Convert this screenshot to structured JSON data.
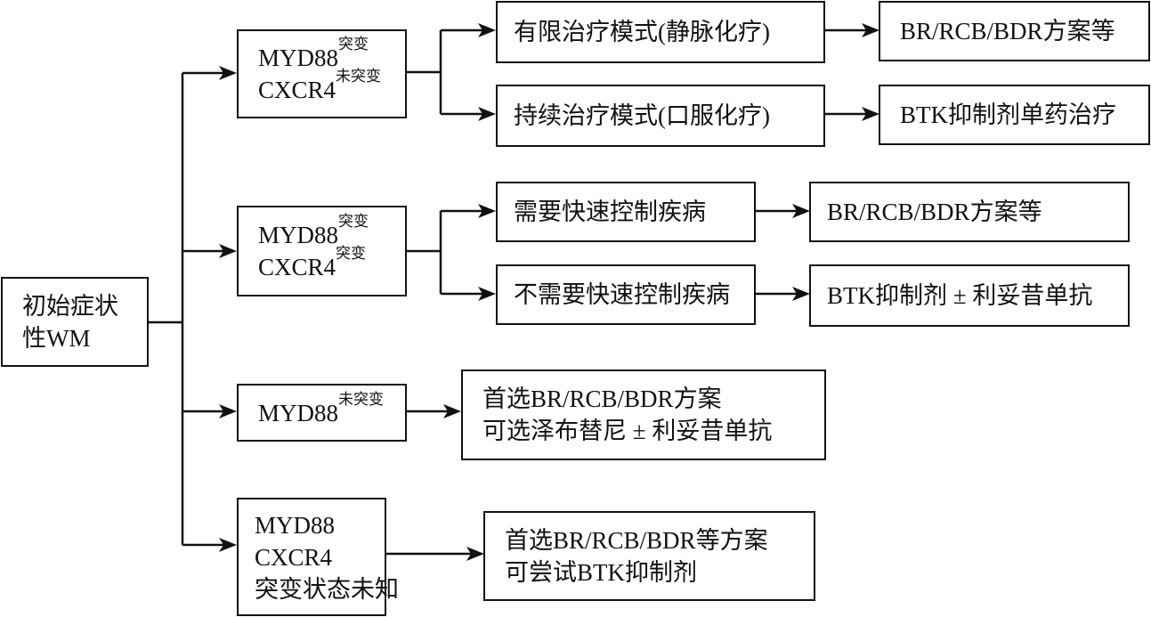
{
  "root": {
    "line1": "初始症状",
    "line2": "性WM"
  },
  "branches": [
    {
      "gene1": "MYD88",
      "gene1_status": "突变",
      "gene2": "CXCR4",
      "gene2_status": "未突变",
      "options": [
        {
          "condition": "有限治疗模式(静脉化疗)",
          "treatment": "BR/RCB/BDR方案等"
        },
        {
          "condition": "持续治疗模式(口服化疗)",
          "treatment": "BTK抑制剂单药治疗"
        }
      ]
    },
    {
      "gene1": "MYD88",
      "gene1_status": "突变",
      "gene2": "CXCR4",
      "gene2_status": "突变",
      "options": [
        {
          "condition": "需要快速控制疾病",
          "treatment": "BR/RCB/BDR方案等"
        },
        {
          "condition": "不需要快速控制疾病",
          "treatment": "BTK抑制剂 ± 利妥昔单抗"
        }
      ]
    },
    {
      "gene1": "MYD88",
      "gene1_status": "未突变",
      "treatment_line1": "首选BR/RCB/BDR方案",
      "treatment_line2": "可选泽布替尼 ± 利妥昔单抗"
    },
    {
      "line1": "MYD88",
      "line2": "CXCR4",
      "line3": "突变状态未知",
      "treatment_line1": "首选BR/RCB/BDR等方案",
      "treatment_line2": "可尝试BTK抑制剂"
    }
  ]
}
